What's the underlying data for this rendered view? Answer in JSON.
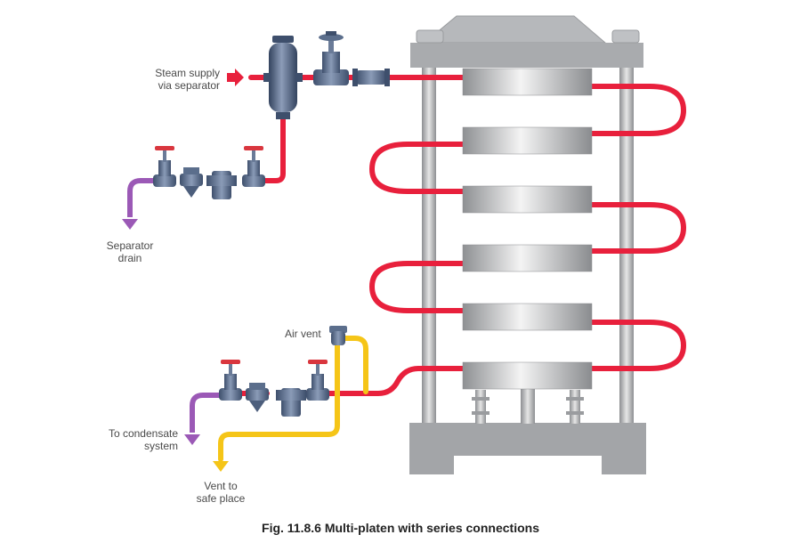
{
  "labels": {
    "steam_supply": "Steam supply\nvia separator",
    "separator_drain": "Separator\ndrain",
    "air_vent": "Air vent",
    "condensate": "To condensate\nsystem",
    "vent_safe": "Vent to\nsafe place"
  },
  "caption": "Fig. 11.8.6 Multi-platen with series connections",
  "colors": {
    "steam": "#e8203c",
    "drain": "#9b59b6",
    "vent": "#f5c518",
    "press_metal": "#a9abae",
    "valve_body": "#5b6e8c",
    "handwheel": "#d9363e"
  }
}
